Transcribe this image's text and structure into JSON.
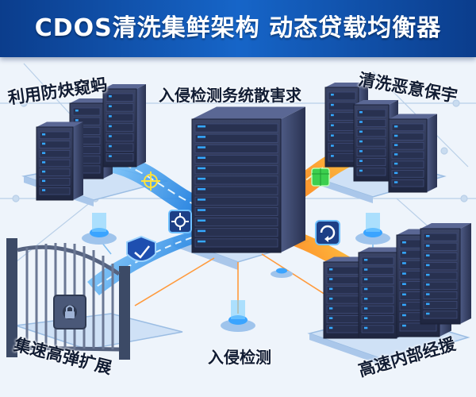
{
  "title": "CDOS清洗集鲜架构  动态贷载均衡器",
  "labels": {
    "top_left": "利用防炔窥蚂",
    "top_center": "入侵检测务统散害求",
    "top_right": "清洗恶意保宇",
    "bottom_left": "集速高弹扩展",
    "bottom_center": "入侵检测",
    "bottom_right": "高速内部经援"
  },
  "colors": {
    "banner": "#0b3d8c",
    "clean_stream": "#2f9bf0",
    "malicious_stream": "#ff8a1f",
    "server_body": "#2d3550",
    "platform": "#cfe1f6",
    "led": "#35a8ff"
  },
  "icons": [
    "shield-icon",
    "gear-icon",
    "refresh-icon",
    "crosshair-icon",
    "lock-icon",
    "cube-icon"
  ]
}
